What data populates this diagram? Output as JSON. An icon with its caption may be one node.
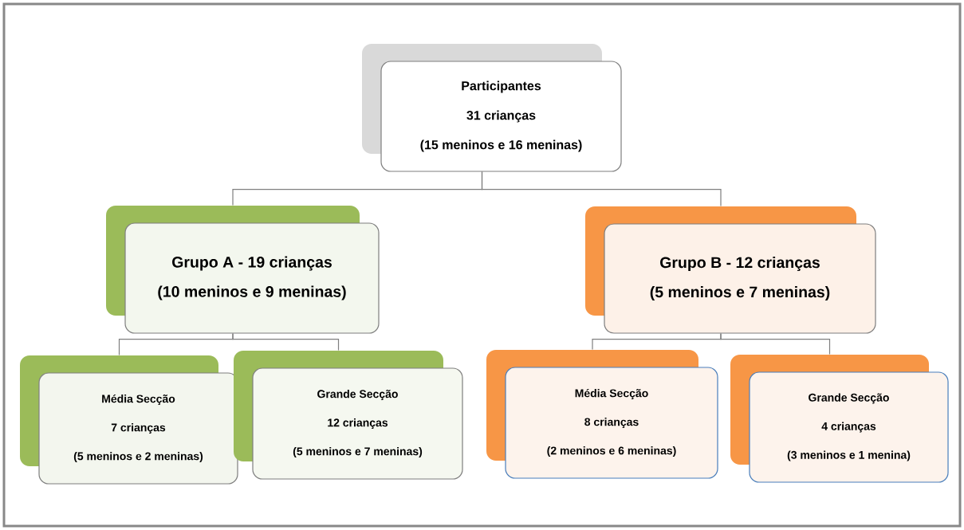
{
  "diagram": {
    "nodes": [
      {
        "text": [
          "Participantes",
          "31 crianças",
          "(15 meninos e 16 meninas)"
        ]
      },
      {
        "text": [
          "Grupo A - 19 crianças",
          "(10 meninos e 9 meninas)"
        ]
      },
      {
        "text": [
          "Grupo B - 12 crianças",
          "(5 meninos e 7 meninas)"
        ]
      },
      {
        "text": [
          "Média Secção",
          "7 crianças",
          "(5 meninos e 2 meninas)"
        ]
      },
      {
        "text": [
          "Grande Secção",
          "12 crianças",
          "(5 meninos e 7 meninas)"
        ]
      },
      {
        "text": [
          "Média Secção",
          "8 crianças",
          "(2 meninos e 6 meninas)"
        ]
      },
      {
        "text": [
          "Grande Secção",
          "4 crianças",
          "(3 meninos e 1 menina)"
        ]
      }
    ],
    "edges": [
      {
        "from": 0,
        "to": 1,
        "arrow": "none"
      },
      {
        "from": 0,
        "to": 2,
        "arrow": "none"
      },
      {
        "from": 1,
        "to": 3,
        "arrow": "none"
      },
      {
        "from": 1,
        "to": 4,
        "arrow": "none"
      },
      {
        "from": 2,
        "to": 5,
        "arrow": "none"
      },
      {
        "from": 2,
        "to": 6,
        "arrow": "none"
      }
    ]
  }
}
